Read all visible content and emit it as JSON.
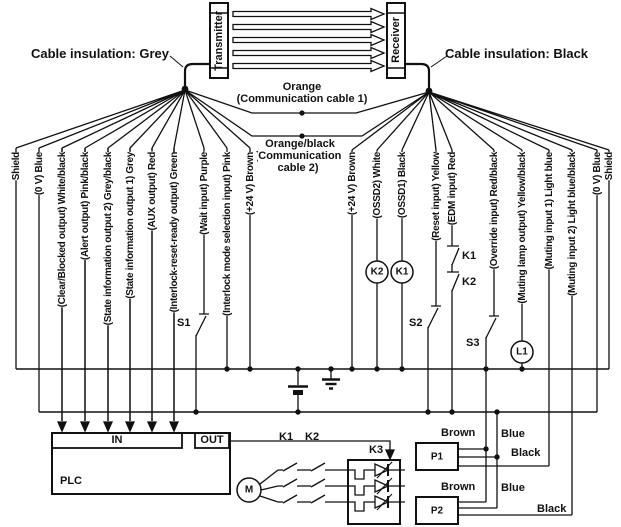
{
  "diagram": {
    "transmitter": "Transmitter",
    "receiver": "Receiver",
    "cable_grey": "Cable insulation: Grey",
    "cable_black": "Cable insulation: Black",
    "comm1": {
      "l1": "Orange",
      "l2": "(Communication cable 1)"
    },
    "comm2": {
      "l1": "Orange/black",
      "l2": "(Communication",
      "l3": "cable 2)"
    },
    "left_wires": [
      "Shield",
      "(0 V) Blue",
      "(Clear/Blocked output) White/black",
      "(Alert output) Pink/black",
      "(State information output 2) Grey/black",
      "(State information output 1) Grey",
      "(AUX output) Red",
      "(Interlock-reset-ready output) Green",
      "(Wait input) Purple",
      "(Interlock mode selection input) Pink",
      "(+24 V) Brown"
    ],
    "right_wires": [
      "(+24 V) Brown",
      "(OSSD2) White",
      "(OSSD1) Black",
      "(Reset input) Yellow",
      "(EDM input) Red",
      "(Override input) Red/black",
      "(Muting lamp output) Yellow/black",
      "(Muting input 1) Light blue",
      "(Muting input 2) Light blue/black",
      "(0 V) Blue",
      "Shield"
    ],
    "switches": {
      "s1": "S1",
      "s2": "S2",
      "s3": "S3"
    },
    "edm_contacts": {
      "k1": "K1",
      "k2": "K2"
    },
    "coils": {
      "k1": "K1",
      "k2": "K2"
    },
    "lamp": "L1",
    "motor": "M",
    "k3": "K3",
    "power_contacts": {
      "k1": "K1",
      "k2": "K2"
    },
    "plc": {
      "name": "PLC",
      "in": "IN",
      "out": "OUT"
    },
    "p1": {
      "name": "P1",
      "brown": "Brown",
      "blue": "Blue",
      "black": "Black"
    },
    "p2": {
      "name": "P2",
      "brown": "Brown",
      "blue": "Blue",
      "black": "Black"
    }
  }
}
